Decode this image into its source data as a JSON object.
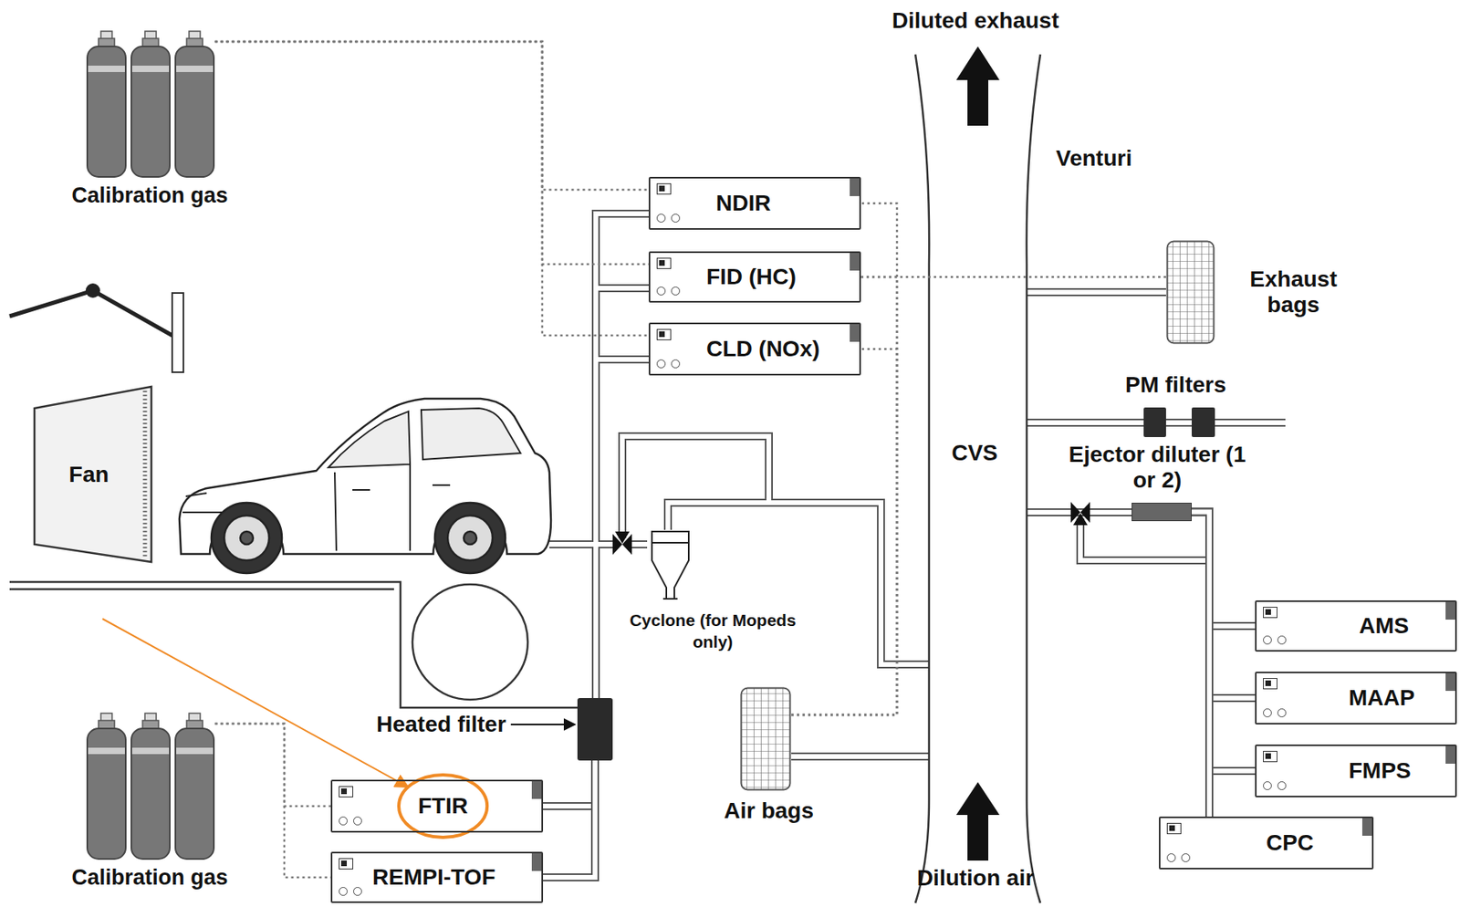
{
  "diagram": {
    "nodes": [
      {
        "text": [
          "Calibration gas"
        ]
      },
      {
        "text": [
          "NDIR"
        ]
      },
      {
        "text": [
          "FID (HC)"
        ]
      },
      {
        "text": [
          "Exhaust bags"
        ]
      },
      {
        "text": [
          "CLD (NOx)"
        ]
      },
      {
        "text": [
          "Fan"
        ]
      },
      {
        "text": [
          "Ejector diluter (1 or 2)"
        ]
      },
      {
        "text": [
          "Cyclone (for Mopeds only)"
        ]
      },
      {
        "text": [
          "AMS"
        ]
      },
      {
        "text": [
          "MAAP"
        ]
      },
      {
        "text": [
          "Heated filter"
        ]
      },
      {
        "text": [
          "Air bags"
        ]
      },
      {
        "text": [
          "FMPS"
        ]
      },
      {
        "text": [
          "FTIR"
        ]
      },
      {
        "text": [
          "CPC"
        ]
      },
      {
        "text": [
          "Calibration gas"
        ]
      },
      {
        "text": [
          "REMPI-TOF"
        ]
      }
    ],
    "edges": [
      {
        "from": 0,
        "to": 1,
        "arrow": "none"
      },
      {
        "from": 0,
        "to": 2,
        "arrow": "none"
      },
      {
        "from": 0,
        "to": 4,
        "arrow": "none"
      },
      {
        "from": 11,
        "to": 1,
        "arrow": "none"
      },
      {
        "from": 11,
        "to": 2,
        "arrow": "none"
      },
      {
        "from": 11,
        "to": 4,
        "arrow": "none"
      },
      {
        "from": 3,
        "to": 2,
        "arrow": "none"
      },
      {
        "from": 10,
        "to": 13,
        "arrow": "none"
      },
      {
        "from": 10,
        "to": 16,
        "arrow": "none"
      },
      {
        "from": 15,
        "to": 13,
        "arrow": "none"
      },
      {
        "from": 15,
        "to": 16,
        "arrow": "none"
      },
      {
        "from": 6,
        "to": 8,
        "arrow": "none"
      },
      {
        "from": 6,
        "to": 9,
        "arrow": "none"
      },
      {
        "from": 6,
        "to": 12,
        "arrow": "none"
      },
      {
        "from": 6,
        "to": 14,
        "arrow": "none"
      }
    ],
    "labels": [
      "Diluted exhaust",
      "Venturi",
      "CVS",
      "PM filters",
      "Dilution air"
    ]
  }
}
